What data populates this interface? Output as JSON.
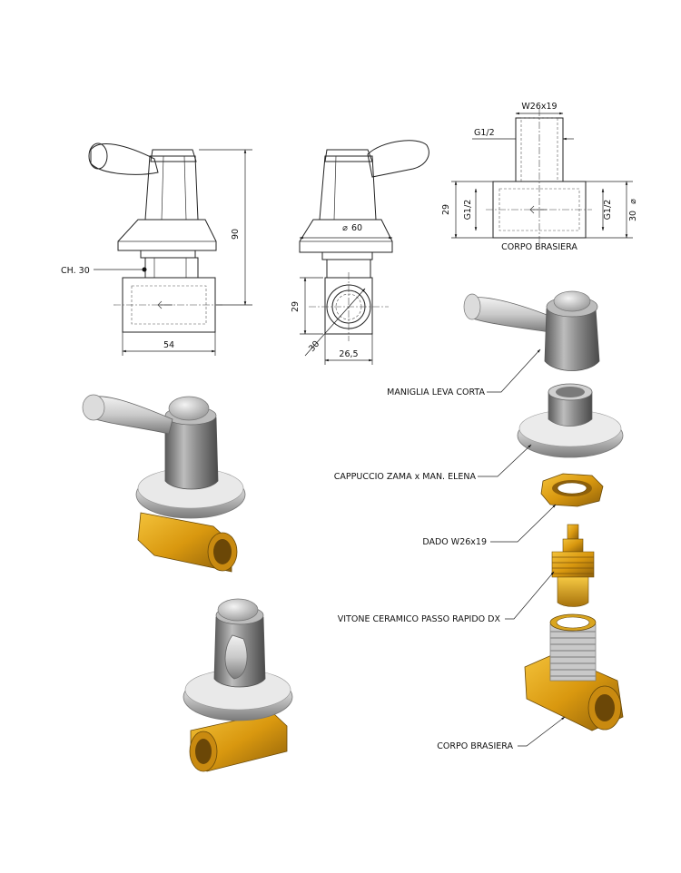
{
  "dimensions": {
    "height_90": "90",
    "ch_30": "CH. 30",
    "width_54": "54",
    "dia_60": "60",
    "h_29_side": "29",
    "nut_30": "30",
    "w_26_5": "26,5",
    "w26x19": "W26x19",
    "g12_top": "G1/2",
    "g12_left": "G1/2",
    "g12_right": "G1/2",
    "h_29_body": "29",
    "dia_30_body": "30"
  },
  "view_titles": {
    "body_section": "CORPO BRASIERA"
  },
  "parts": {
    "handle": "MANIGLIA LEVA CORTA",
    "cap": "CAPPUCCIO ZAMA x MAN. ELENA",
    "nut": "DADO W26x19",
    "cartridge": "VITONE CERAMICO PASSO RAPIDO DX",
    "body": "CORPO BRASIERA"
  },
  "colors": {
    "brass": "#e0a21a",
    "brass_dark": "#9a6a0c",
    "chrome_light": "#eeeeee",
    "chrome_mid": "#a8a8a8",
    "chrome_dark": "#5a5a5a"
  }
}
